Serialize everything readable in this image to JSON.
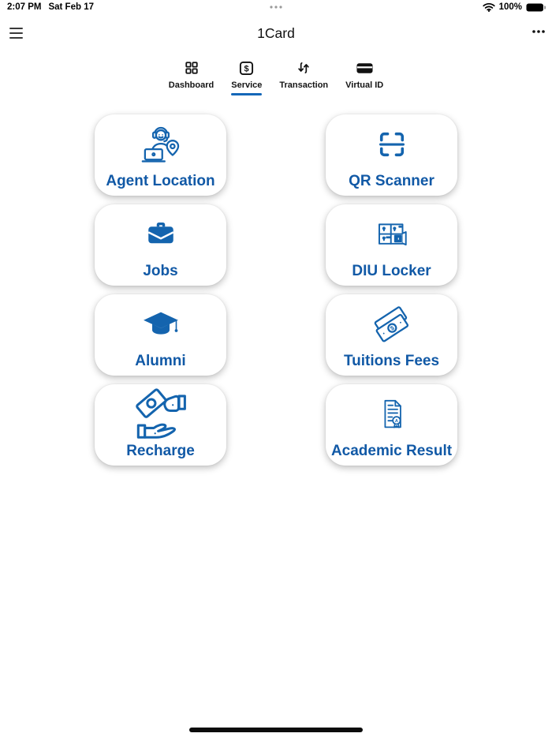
{
  "status_bar": {
    "time": "2:07 PM",
    "date": "Sat Feb 17",
    "battery_percent": "100%"
  },
  "nav_bar": {
    "title": "1Card"
  },
  "tab_bar": {
    "tabs": [
      {
        "label": "Dashboard",
        "icon": "dashboard-grid-icon",
        "active": false
      },
      {
        "label": "Service",
        "icon": "dollar-square-icon",
        "active": true
      },
      {
        "label": "Transaction",
        "icon": "swap-arrows-icon",
        "active": false
      },
      {
        "label": "Virtual ID",
        "icon": "id-card-icon",
        "active": false
      }
    ]
  },
  "services": [
    {
      "label": "Agent Location",
      "icon": "agent-location-icon"
    },
    {
      "label": "QR Scanner",
      "icon": "qr-scanner-icon"
    },
    {
      "label": "Jobs",
      "icon": "briefcase-icon"
    },
    {
      "label": "DIU Locker",
      "icon": "locker-icon"
    },
    {
      "label": "Alumni",
      "icon": "graduation-cap-icon"
    },
    {
      "label": "Tuitions Fees",
      "icon": "banknote-icon"
    },
    {
      "label": "Recharge",
      "icon": "hands-money-icon"
    },
    {
      "label": "Academic Result",
      "icon": "result-document-icon"
    }
  ],
  "colors": {
    "accent_blue": "#1464AE",
    "label_blue": "#1159A6",
    "tab_underline": "#1467B8"
  }
}
